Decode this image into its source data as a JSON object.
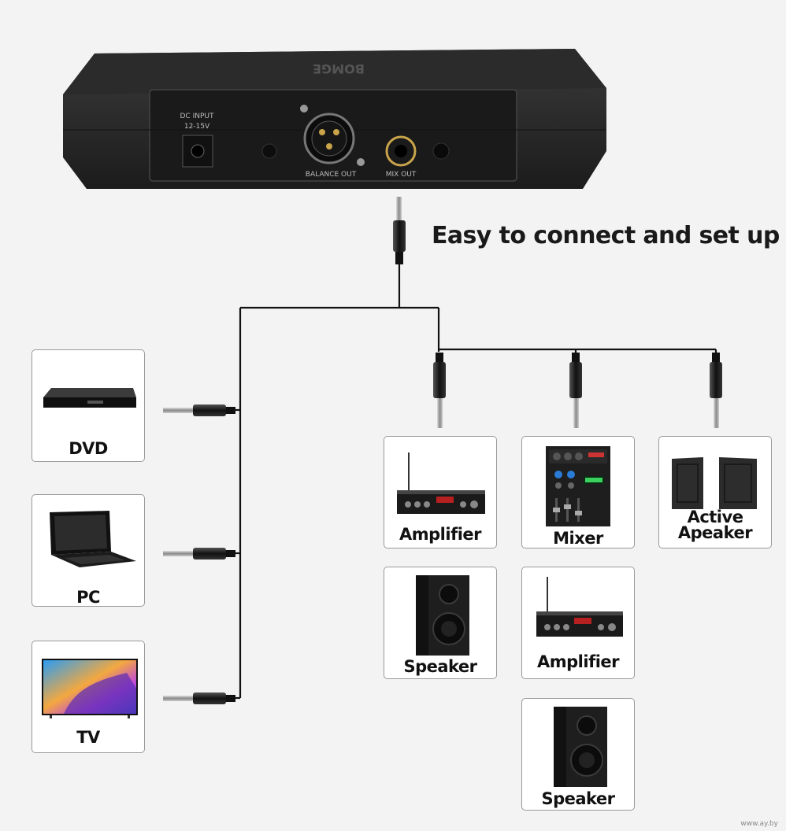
{
  "headline": "Easy to connect and set up",
  "device": {
    "brand": "BOMGE",
    "dc_input_label": "DC INPUT",
    "dc_voltage_label": "12-15V",
    "balance_out_label": "BALANCE  OUT",
    "mix_out_label": "MIX OUT"
  },
  "sources": [
    {
      "label": "DVD"
    },
    {
      "label": "PC"
    },
    {
      "label": "TV"
    }
  ],
  "outputs": {
    "amplifier": "Amplifier",
    "mixer": "Mixer",
    "active_speaker_line1": "Active",
    "active_speaker_line2": "Apeaker",
    "speaker": "Speaker",
    "amplifier_2": "Amplifier",
    "speaker_2": "Speaker"
  },
  "watermark": "www.ay.by"
}
